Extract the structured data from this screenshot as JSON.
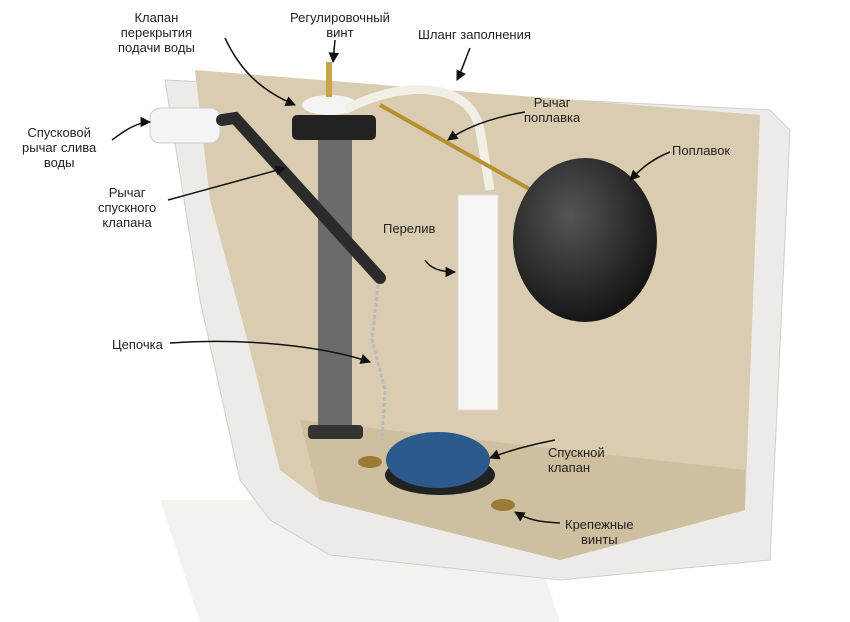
{
  "labels": {
    "shutoff_valve": "Клапан\nперекрытия\nподачи воды",
    "adjust_screw": "Регулировочный\nвинт",
    "fill_hose": "Шланг заполнения",
    "float_arm": "Рычаг\nпоплавка",
    "float": "Поплавок",
    "flush_handle": "Спусковой\nрычаг слива\nводы",
    "flush_valve_lever": "Рычаг\nспускного\nклапана",
    "overflow": "Перелив",
    "chain": "Цепочка",
    "flush_valve": "Спускной\nклапан",
    "mount_screws": "Крепежные\nвинты"
  },
  "colors": {
    "tank_inner": "#d9ccb0",
    "ceramic": "#eeeeec",
    "float": "#2a2a2a",
    "flapper": "#2d5a8c"
  }
}
